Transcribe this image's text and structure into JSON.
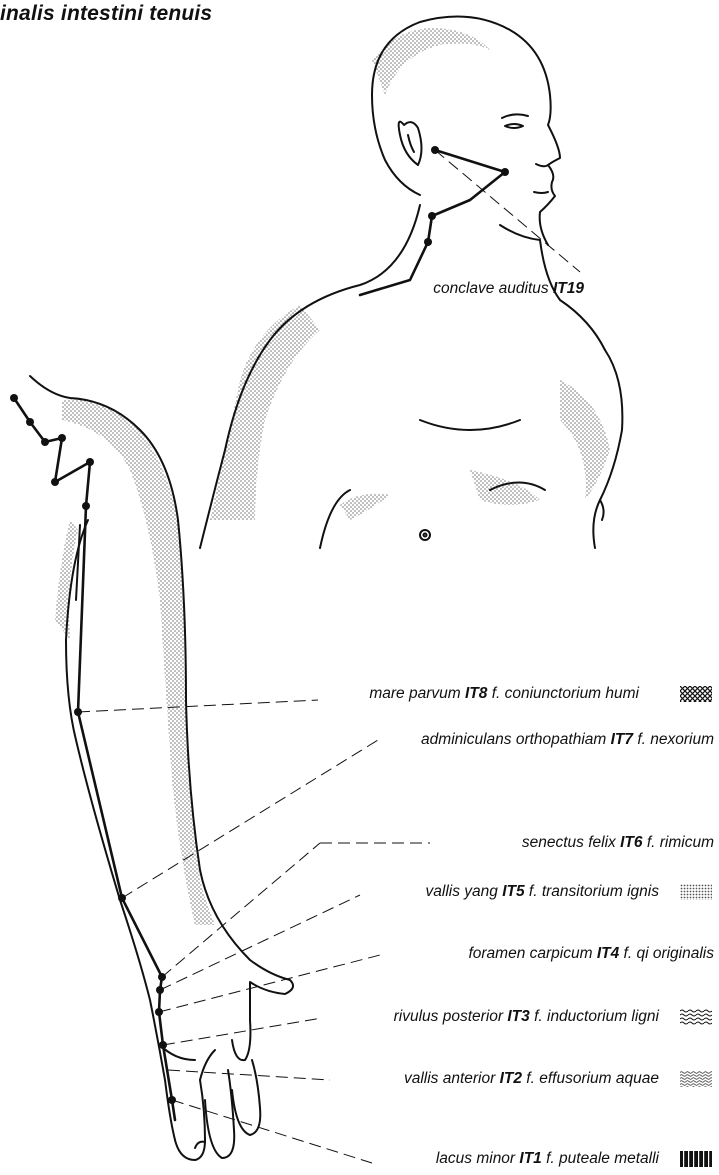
{
  "title": "inalis intestini tenuis",
  "colors": {
    "ink": "#111111",
    "shading": "#9a9a9a",
    "background": "#ffffff"
  },
  "points": [
    {
      "id": "IT19",
      "name": "conclave auditus",
      "code": "IT19",
      "function": "",
      "pattern": ""
    },
    {
      "id": "IT8",
      "name": "mare parvum",
      "code": "IT8",
      "function": "f. coniunctorium humi",
      "pattern": "crosshatch-heavy"
    },
    {
      "id": "IT7",
      "name": "adminiculans orthopathiam",
      "code": "IT7",
      "function": "f. nexorium",
      "pattern": ""
    },
    {
      "id": "IT6",
      "name": "senectus felix",
      "code": "IT6",
      "function": "f. rimicum",
      "pattern": ""
    },
    {
      "id": "IT5",
      "name": "vallis yang",
      "code": "IT5",
      "function": "f. transitorium ignis",
      "pattern": "dots"
    },
    {
      "id": "IT4",
      "name": "foramen carpicum",
      "code": "IT4",
      "function": "f. qi originalis",
      "pattern": ""
    },
    {
      "id": "IT3",
      "name": "rivulus posterior",
      "code": "IT3",
      "function": "f. inductorium ligni",
      "pattern": "wood-grain"
    },
    {
      "id": "IT2",
      "name": "vallis anterior",
      "code": "IT2",
      "function": "f. effusorium aquae",
      "pattern": "waves"
    },
    {
      "id": "IT1",
      "name": "lacus minor",
      "code": "IT1",
      "function": "f. puteale metalli",
      "pattern": "vertical-bars"
    }
  ]
}
